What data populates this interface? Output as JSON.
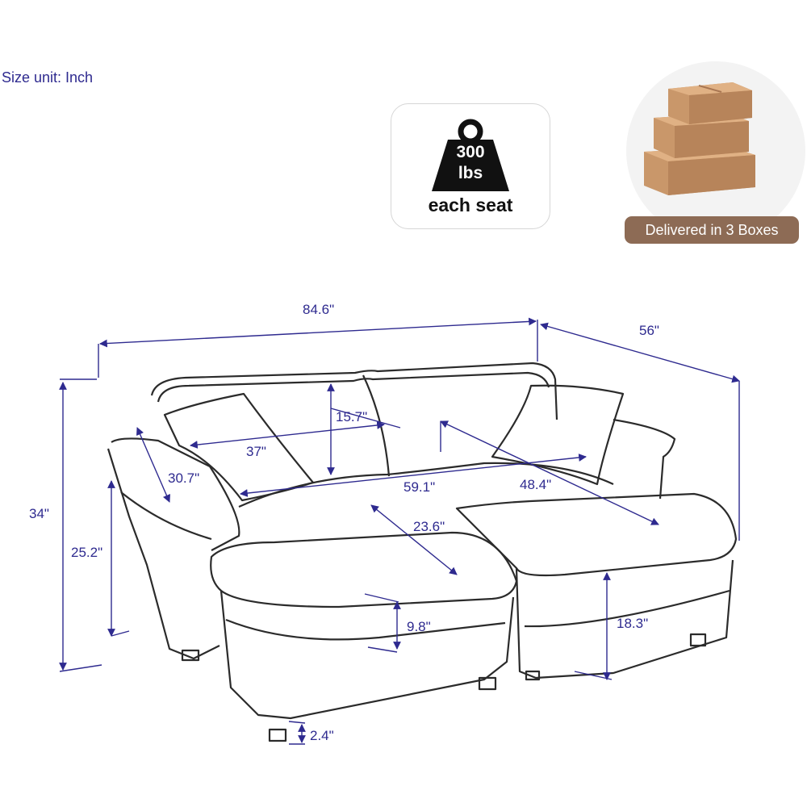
{
  "size_unit_label": "Size unit: Inch",
  "weight_badge": {
    "value": "300",
    "unit": "lbs",
    "caption": "each seat"
  },
  "boxes_badge": {
    "label": "Delivered in 3 Boxes"
  },
  "dimensions": {
    "overall_width": "84.6\"",
    "depth": "56\"",
    "overall_height": "34\"",
    "arm_height": "25.2\"",
    "back_cushion_height": "15.7\"",
    "back_cushion_width": "37\"",
    "pillow_diagonal": "30.7\"",
    "seat_width": "59.1\"",
    "chaise_depth": "48.4\"",
    "ottoman_depth": "23.6\"",
    "cushion_thickness": "9.8\"",
    "seat_height": "18.3\"",
    "leg_height": "2.4\""
  },
  "colors": {
    "dimension_text": "#2e2a8f",
    "outline": "#2b2b2b",
    "badge": "#8d6b55",
    "box": "#c9976a"
  }
}
